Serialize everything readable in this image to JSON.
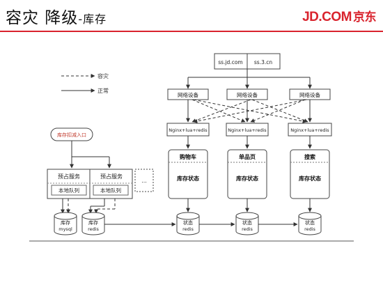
{
  "header": {
    "title_main": "容灾 降级",
    "title_sub": "-库存",
    "brand_en": "JD.COM",
    "brand_cn": "京东",
    "brand_color": "#d9232d"
  },
  "legend": {
    "dashed_label": "容灾",
    "solid_label": "正常"
  },
  "domains": [
    "ss.jd.com",
    "ss.3.cn"
  ],
  "network_devices": [
    "网络设备",
    "网络设备",
    "网络设备"
  ],
  "nginx_nodes": [
    "Nginx+lua+redis",
    "Nginx+lua+redis",
    "Nginx+lua+redis"
  ],
  "services": [
    {
      "name": "购物车",
      "status": "库存状态"
    },
    {
      "name": "单品页",
      "status": "库存状态"
    },
    {
      "name": "搜索",
      "status": "库存状态"
    }
  ],
  "entry": {
    "label": "库存扣减入口",
    "color": "#c0392b"
  },
  "prebooking": {
    "service_a": "预占服务",
    "service_b": "预占服务",
    "queue_a": "本地队列",
    "queue_b": "本地队列",
    "more": "..."
  },
  "stores": [
    {
      "top": "库存",
      "bottom": "mysql"
    },
    {
      "top": "库存",
      "bottom": "redis"
    },
    {
      "top": "状态",
      "bottom": "redis"
    },
    {
      "top": "状态",
      "bottom": "redis"
    },
    {
      "top": "状态",
      "bottom": "redis"
    }
  ]
}
